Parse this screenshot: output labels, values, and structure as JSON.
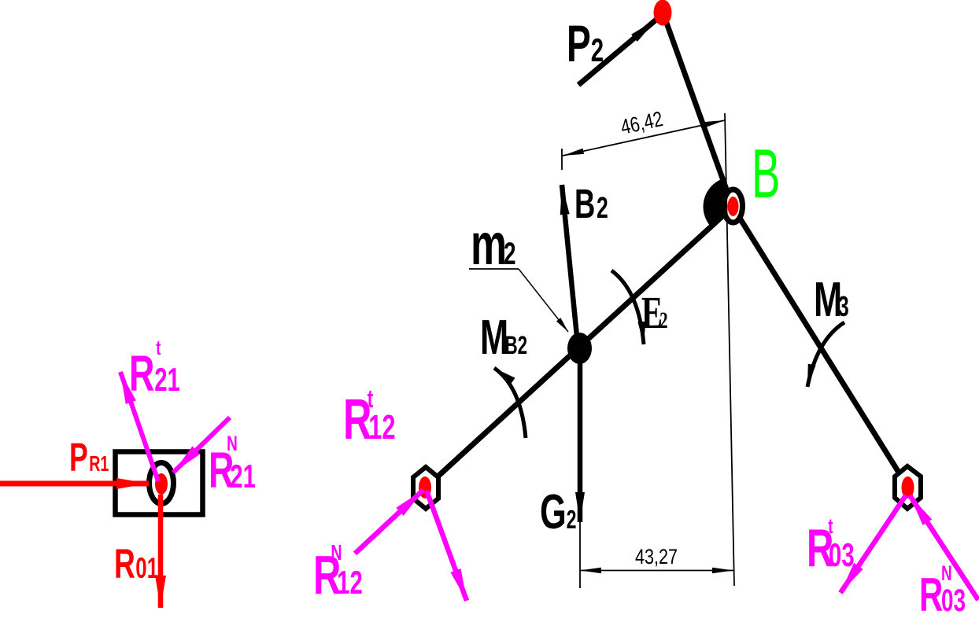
{
  "colors": {
    "black": "#000000",
    "red": "#ff0000",
    "magenta": "#ff00ff",
    "green": "#00ff00",
    "background": "#ffffff"
  },
  "mechanism": {
    "labels": {
      "p2": {
        "base": "P",
        "sub": "2"
      },
      "b2": {
        "base": "B",
        "sub": "2"
      },
      "m2": {
        "base": "m",
        "sub": "2"
      },
      "mb2": {
        "base": "M",
        "sub": "B2"
      },
      "e2": {
        "base": "E",
        "sub": "2"
      },
      "m3": {
        "base": "M",
        "sub": "3"
      },
      "g2": {
        "base": "G",
        "sub": "2"
      },
      "joint_b": "B",
      "r12t": {
        "base": "R",
        "sub": "12",
        "sup": "t"
      },
      "r12n": {
        "base": "R",
        "sub": "12",
        "sup": "N"
      },
      "r03t": {
        "base": "R",
        "sub": "03",
        "sup": "t"
      },
      "r03n": {
        "base": "R",
        "sub": "03",
        "sup": "N"
      }
    },
    "dimensions": {
      "horizontal_top": "46,42",
      "horizontal_bottom": "43,27"
    }
  },
  "crank_fbd": {
    "labels": {
      "pr1": {
        "base": "P",
        "sub": "R1"
      },
      "r01": {
        "base": "R",
        "sub": "01"
      },
      "r21t": {
        "base": "R",
        "sub": "21",
        "sup": "t"
      },
      "r21n": {
        "base": "R",
        "sub": "21",
        "sup": "N"
      }
    }
  }
}
